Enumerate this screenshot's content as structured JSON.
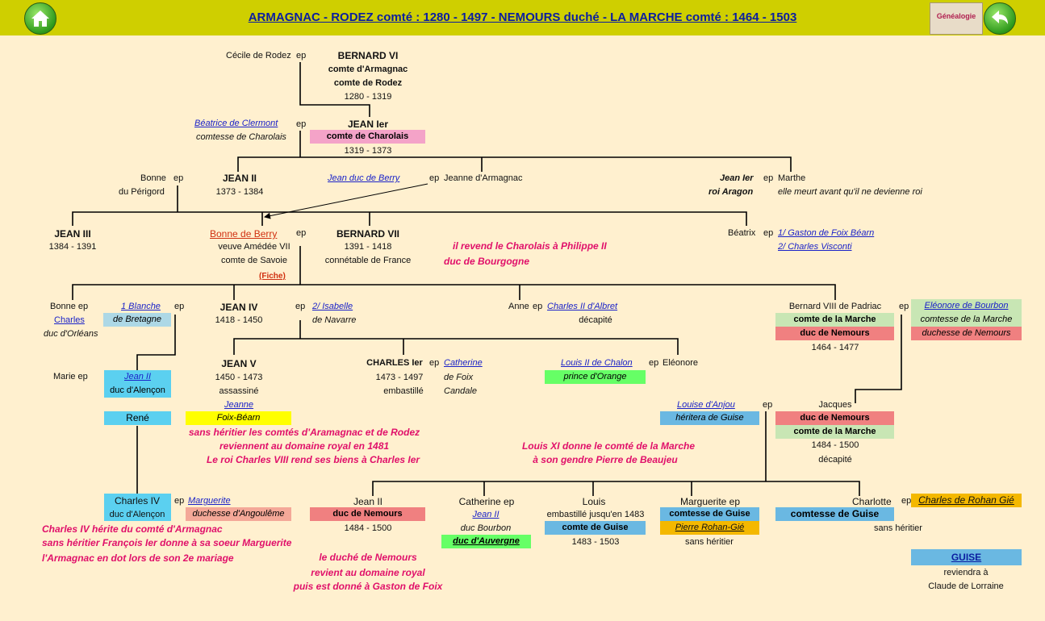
{
  "header": {
    "title": "ARMAGNAC - RODEZ comté : 1280 - 1497    -    NEMOURS duché   -   LA MARCHE comté : 1464 - 1503",
    "badge": "Généalogie",
    "home_icon": "home-icon",
    "back_icon": "back-arrow-icon",
    "colors": {
      "bar": "#cfcf00",
      "title": "#0b1ea0",
      "background": "#fff0cf"
    }
  },
  "gen1": {
    "cecile": "Cécile de Rodez",
    "ep": "ep",
    "bernard6": "BERNARD VI",
    "t1": "comte d'Armagnac",
    "t2": "comte de Rodez",
    "dates": "1280 - 1319"
  },
  "gen2": {
    "beatrice": "Béatrice de Clermont",
    "ep": "ep",
    "beatrice_title": "comtesse de Charolais",
    "jean1": "JEAN Ier",
    "jean1_title": "comte de Charolais",
    "jean1_dates": "1319 - 1373"
  },
  "gen3": {
    "bonne": "Bonne",
    "ep1": "ep",
    "bonne2": "du Périgord",
    "jean2": "JEAN II",
    "jean2_dates": "1373 - 1384",
    "berry": "Jean duc de Berry",
    "ep2": "ep",
    "jeanne": "Jeanne d'Armagnac",
    "aragon": "Jean Ier",
    "aragon2": "roi Aragon",
    "ep3": "ep",
    "marthe": "Marthe",
    "marthe_note": "elle meurt avant qu'il ne devienne roi"
  },
  "gen4": {
    "jean3": "JEAN III",
    "jean3_dates": "1384 - 1391",
    "bonne_berry": "Bonne de Berry",
    "ep1": "ep",
    "veuve": "veuve Amédée VII",
    "savoie": "comte de Savoie",
    "fiche": "(Fiche)",
    "bernard7": "BERNARD VII",
    "bernard7_dates": "1391 - 1418",
    "connetable": "connétable de France",
    "note1": "il revend le Charolais à Philippe II",
    "note2": "duc de Bourgogne",
    "beatrix": "Béatrix",
    "ep2": "ep",
    "gaston": "1/ Gaston de Foix Béarn",
    "visconti": "2/ Charles Visconti"
  },
  "gen5": {
    "bonne_ep": "Bonne ep",
    "charles": "Charles",
    "orleans": "duc d'Orléans",
    "blanche": "1 Blanche",
    "ep1": "ep",
    "bretagne": "de Bretagne",
    "jean4": "JEAN IV",
    "jean4_dates": "1418 - 1450",
    "ep2": "ep",
    "isabelle": "2/ Isabelle",
    "navarre": "de Navarre",
    "anne": "Anne",
    "ep3": "ep",
    "albret": "Charles II d'Albret",
    "decapite": "décapité",
    "padriac": "Bernard VIII de Padriac",
    "ep4": "ep",
    "padriac_t1": "comte de la Marche",
    "padriac_t2": "duc de Nemours",
    "padriac_dates": "1464 - 1477",
    "eleonore": "Eléonore de Bourbon",
    "eleonore_t1": "comtesse de la Marche",
    "eleonore_t2": "duchesse de Nemours"
  },
  "gen6": {
    "marie": "Marie ep",
    "jean_alencon": "Jean II",
    "duc_alencon": "duc d'Alençon",
    "rene": "René",
    "jean5": "JEAN V",
    "jean5_dates": "1450  -  1473",
    "assassine": "assassiné",
    "jeanne": "Jeanne",
    "foix": "Foix-Béarn",
    "charles1": "CHARLES Ier",
    "ep1": "ep",
    "charles1_dates": "1473  -  1497",
    "embastille": "embastillé",
    "catherine": "Catherine",
    "cat2": "de Foix",
    "cat3": "Candale",
    "chalon": "Louis II de Chalon",
    "ep2": "ep",
    "eleonore": "Eléonore",
    "orange": "prince d'Orange",
    "louise": "Louise d'Anjou",
    "ep3": "ep",
    "guise_her": "héritera de Guise",
    "jacques": "Jacques",
    "jacques_t1": "duc de Nemours",
    "jacques_t2": "comte de la Marche",
    "jacques_dates": "1484 - 1500",
    "jacques_dec": "décapité"
  },
  "notes": {
    "n1": "sans héritier les comtés d'Aramagnac et de Rodez",
    "n2": "reviennent au domaine royal en 1481",
    "n3": "Le roi Charles VIII rend ses biens à Charles Ier",
    "n4": "Louis XI donne le comté de la Marche",
    "n5": "à son gendre Pierre de Beaujeu"
  },
  "gen7": {
    "charles4": "Charles IV",
    "ep1": "ep",
    "c4_title": "duc d'Alençon",
    "marguerite": "Marguerite",
    "angouleme": "duchesse d'Angoulême",
    "c4n1": "Charles IV hérite du comté d'Armagnac",
    "c4n2": "sans héritier François Ier donne à sa soeur Marguerite",
    "c4n3": "l'Armagnac en dot lors de son 2e mariage",
    "jean2": "Jean II",
    "jean2_t": "duc de Nemours",
    "jean2_dates": "1484 - 1500",
    "nem1": "le duché de Nemours",
    "nem2": "revient au domaine royal",
    "nem3": "puis est donné à Gaston de Foix",
    "catherine": "Catherine ep",
    "cat_jean": "Jean II",
    "bourbon": "duc Bourbon",
    "auvergne": "duc d'Auvergne",
    "louis": "Louis",
    "louis_t": "embastillé jusqu'en 1483",
    "louis_guise": "comte de Guise",
    "louis_dates": "1483  -  1503",
    "marguerite2": "Marguerite ep",
    "marg_guise": "comtesse de Guise",
    "rohan": "Pierre Rohan-Gié",
    "sans1": "sans héritier",
    "charlotte": "Charlotte",
    "ep2": "ep",
    "charlotte_guise": "comtesse de Guise",
    "sans2": "sans héritier",
    "charles_rohan": "Charles de Rohan Gié",
    "guise": "GUISE",
    "reviendra": "reviendra à",
    "lorraine": "Claude de Lorraine"
  }
}
